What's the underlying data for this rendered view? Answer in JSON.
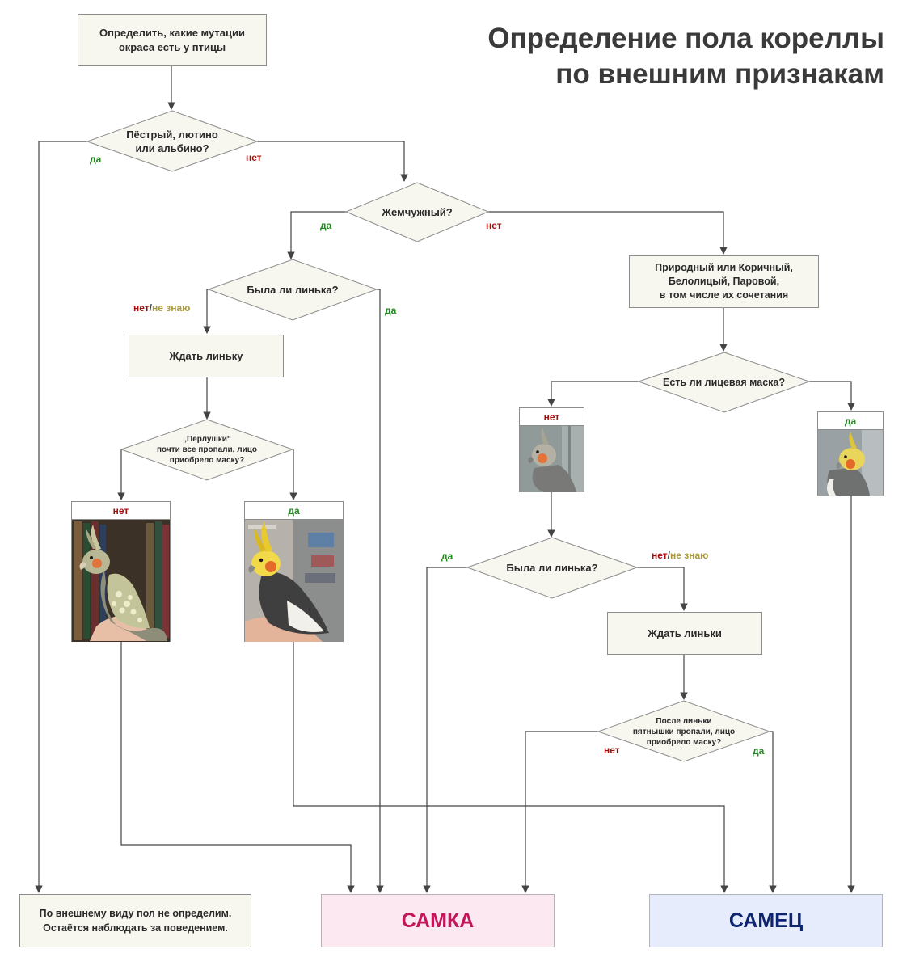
{
  "title": "Определение пола кореллы\nпо внешним признакам",
  "labels": {
    "yes": "да",
    "no": "нет",
    "dont_know": "не знаю"
  },
  "boxes": {
    "mutations": "Определить, какие мутации\nокраса есть у птицы",
    "wait_molt_1": "Ждать линьку",
    "natural": "Природный или Коричный,\nБелолицый, Паровой,\nв том числе их сочетания",
    "wait_molt_2": "Ждать линьки",
    "undetermined": "По внешнему виду пол не определим.\nОстаётся наблюдать за поведением."
  },
  "decisions": {
    "pied": "Пёстрый, лютино\nили альбино?",
    "pearl": "Жемчужный?",
    "molt_1": "Была ли линька?",
    "pearls_gone": "„Перлушки“\nпочти все пропали, лицо\nприобрело маску?",
    "mask": "Есть ли лицевая маска?",
    "molt_2": "Была ли линька?",
    "spots_gone": "После линьки\nпятнышки пропали, лицо\nприобрело маску?"
  },
  "results": {
    "female": "САМКА",
    "male": "САМЕЦ"
  },
  "colors": {
    "female_bg": "#fbe8f0",
    "female_text": "#c2185b",
    "male_bg": "#e6ecfb",
    "male_text": "#0d2470",
    "yes": "#1f8a1f",
    "no": "#a30f0f",
    "dont_know": "#a9993c"
  }
}
